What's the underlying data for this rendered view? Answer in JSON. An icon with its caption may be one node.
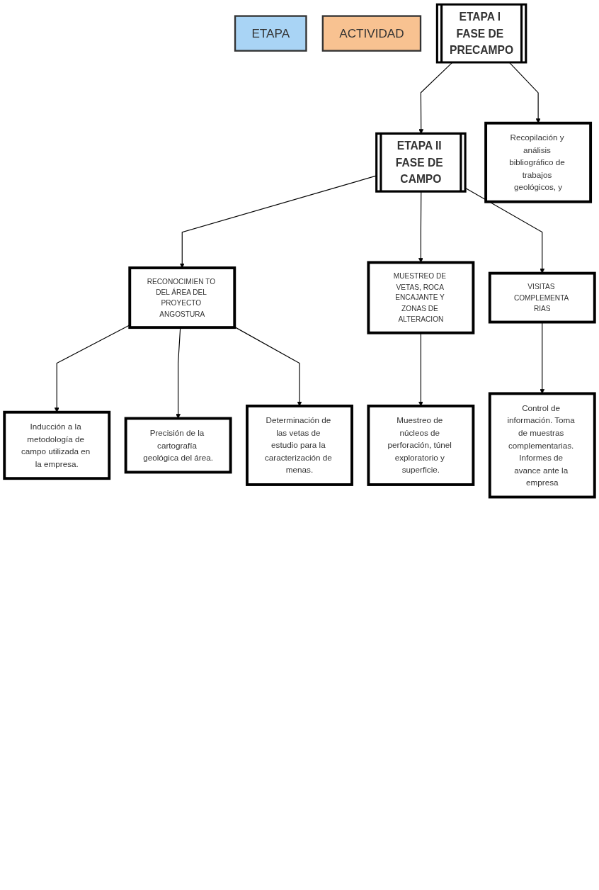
{
  "diagram": {
    "nodes": [
      {
        "text": [
          "ETAPA"
        ]
      },
      {
        "text": [
          "ACTIVIDAD"
        ]
      },
      {
        "text": [
          "ETAPA I FASE DE PRECAMPO"
        ]
      },
      {
        "text": [
          "Recopilación y análisis bibliográfico de trabajos geológicos, y"
        ]
      },
      {
        "text": [
          "ETAPA II FASE DE CAMPO"
        ]
      },
      {
        "text": [
          "RECONOCIMIEN TO DEL ÁREA DEL PROYECTO ANGOSTURA"
        ]
      },
      {
        "text": [
          "Inducción a la metodología de campo utilizada en la empresa."
        ]
      },
      {
        "text": [
          "Precisión de la cartografía geológica del área."
        ]
      },
      {
        "text": [
          "Determinación de las vetas de estudio para la caracterización de menas."
        ]
      },
      {
        "text": [
          "MUESTREO DE VETAS, ROCA ENCAJANTE Y ZONAS DE ALTERACION"
        ]
      },
      {
        "text": [
          "Muestreo de núcleos de perforación, túnel exploratorio y superficie."
        ]
      },
      {
        "text": [
          "VISITAS COMPLEMENTA RIAS"
        ]
      },
      {
        "text": [
          "Control de información. Toma de muestras complementarias. Informes de avance ante la empresa"
        ]
      }
    ],
    "edges": [
      {
        "from": 2,
        "to": 3,
        "arrow": "to"
      },
      {
        "from": 2,
        "to": 4,
        "arrow": "to"
      },
      {
        "from": 4,
        "to": 5,
        "arrow": "to"
      },
      {
        "from": 4,
        "to": 9,
        "arrow": "to"
      },
      {
        "from": 4,
        "to": 11,
        "arrow": "to"
      },
      {
        "from": 5,
        "to": 6,
        "arrow": "to"
      },
      {
        "from": 5,
        "to": 7,
        "arrow": "to"
      },
      {
        "from": 5,
        "to": 8,
        "arrow": "to"
      },
      {
        "from": 9,
        "to": 10,
        "arrow": "to"
      },
      {
        "from": 11,
        "to": 12,
        "arrow": "to"
      }
    ]
  }
}
